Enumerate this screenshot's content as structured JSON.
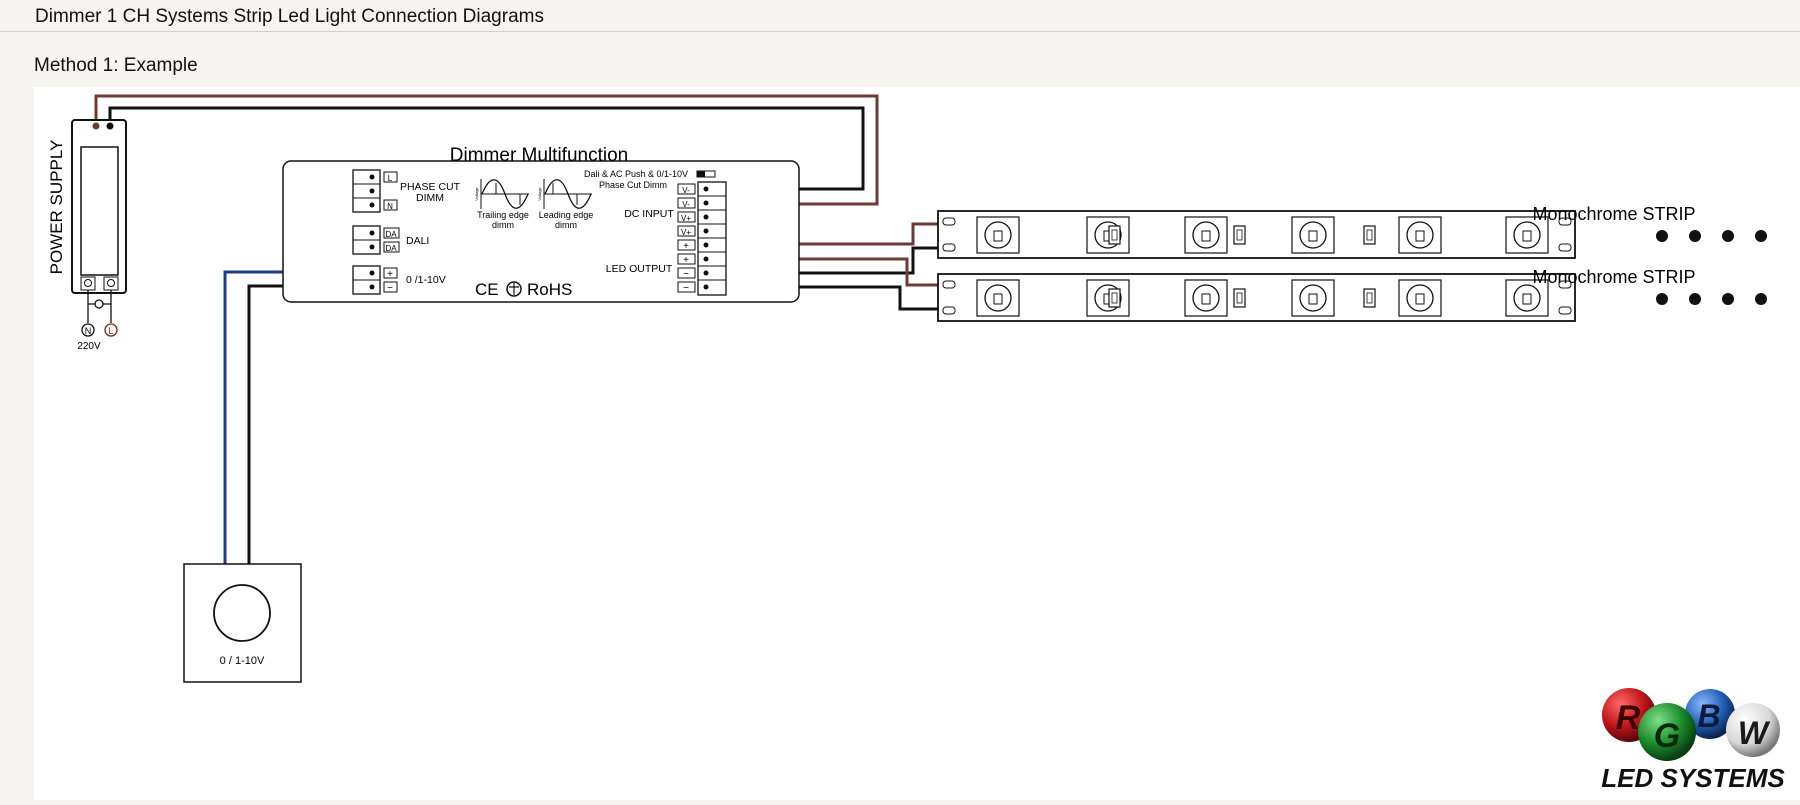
{
  "page": {
    "title": "Dimmer 1 CH  Systems  Strip  Led Light Connection Diagrams",
    "method_title": "Method 1: Example"
  },
  "power_supply": {
    "label": "POWER SUPPLY",
    "voltage": "220V",
    "terminal_n": "N",
    "terminal_l": "L"
  },
  "dimmer": {
    "title": "Dimmer Multifunction",
    "phase_cut_label_1": "PHASE CUT",
    "phase_cut_label_2": "DIMM",
    "terminal_l": "L",
    "terminal_n": "N",
    "dali_label": "DALI",
    "dali_terminals": [
      "DA",
      "DA"
    ],
    "control_label": "0 /1-10V",
    "plus_sign": "+",
    "minus_sign": "−",
    "trailing_1": "Trailing edge",
    "trailing_2": "dimm",
    "leading_1": "Leading edge",
    "leading_2": "dimm",
    "wave_axis": "Voltage",
    "cert_ce": "CE",
    "cert_rohs": "RoHS",
    "mode_line_1": "Dali & AC Push & 0/1-10V",
    "mode_line_2": "Phase Cut Dimm",
    "dc_input_label": "DC INPUT",
    "dc_terminals": [
      "V-",
      "V-",
      "V+",
      "V+"
    ],
    "led_output_label": "LED OUTPUT",
    "led_terminals": [
      "+",
      "+",
      "−",
      "−"
    ]
  },
  "strips": [
    {
      "label": "Monochrome STRIP"
    },
    {
      "label": "Monochrome STRIP"
    }
  ],
  "controller": {
    "label": "0 / 1-10V"
  },
  "logo": {
    "letters": [
      "R",
      "G",
      "B",
      "W"
    ],
    "text": "LED SYSTEMS"
  },
  "colors": {
    "wire_brown": "#6e3a34",
    "wire_black": "#111111",
    "wire_blue": "#1f3b8c",
    "logo_red": "#c0141b",
    "logo_green": "#1a8a2a",
    "logo_blue": "#1f5fb5",
    "logo_white": "#e8e8e8"
  }
}
